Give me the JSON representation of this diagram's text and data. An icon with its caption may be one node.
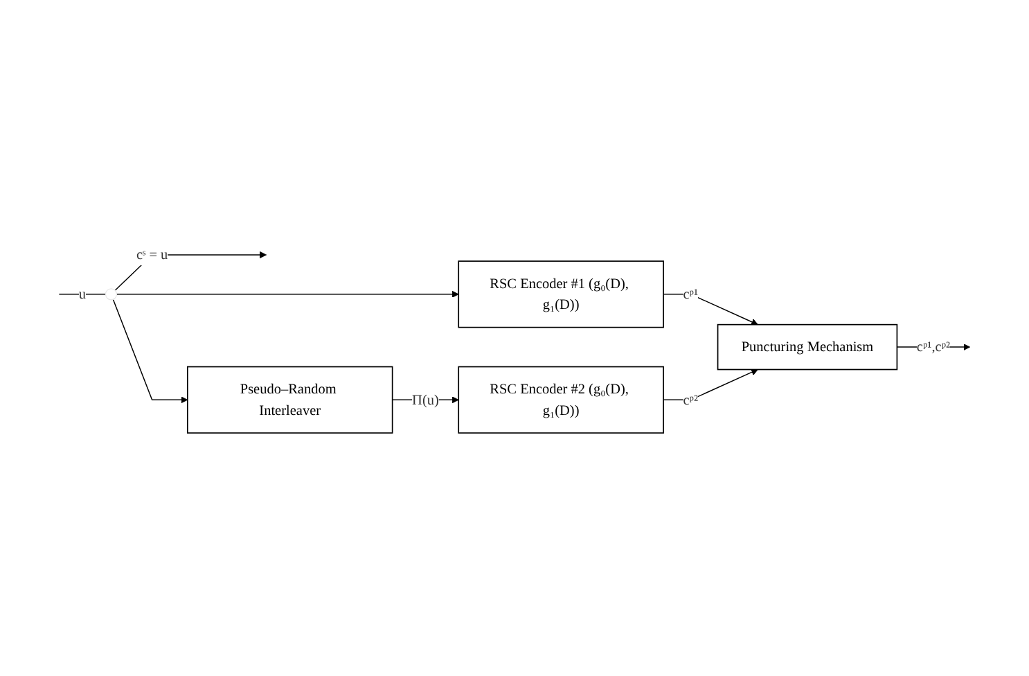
{
  "diagram": {
    "nodes": [
      {
        "text": [
          "RSC Encoder #1 (g₀(D), g₁(D))"
        ]
      },
      {
        "text": [
          "Puncturing Mechanism"
        ]
      },
      {
        "text": [
          "Pseudo–Random Interleaver"
        ]
      },
      {
        "text": [
          "RSC Encoder #2 (g₀(D), g₁(D))"
        ]
      },
      {
        "text": [],
        "shape": "point"
      }
    ],
    "edges": [
      {
        "from": null,
        "to": 4,
        "arrow": "none",
        "label": "u"
      },
      {
        "from": 4,
        "to": 0,
        "arrow": "to"
      },
      {
        "from": 4,
        "to": 2,
        "arrow": "to"
      },
      {
        "from": 4,
        "to": null,
        "arrow": "to",
        "label": "cˢ = u"
      },
      {
        "from": 0,
        "to": 1,
        "arrow": "to",
        "label": "cᵖ¹"
      },
      {
        "from": 3,
        "to": 1,
        "arrow": "to",
        "label": "cᵖ²"
      },
      {
        "from": 2,
        "to": 3,
        "arrow": "to",
        "label": "Π(u)"
      },
      {
        "from": 1,
        "to": null,
        "arrow": "to",
        "label": "cᵖ¹,cᵖ²"
      }
    ]
  }
}
